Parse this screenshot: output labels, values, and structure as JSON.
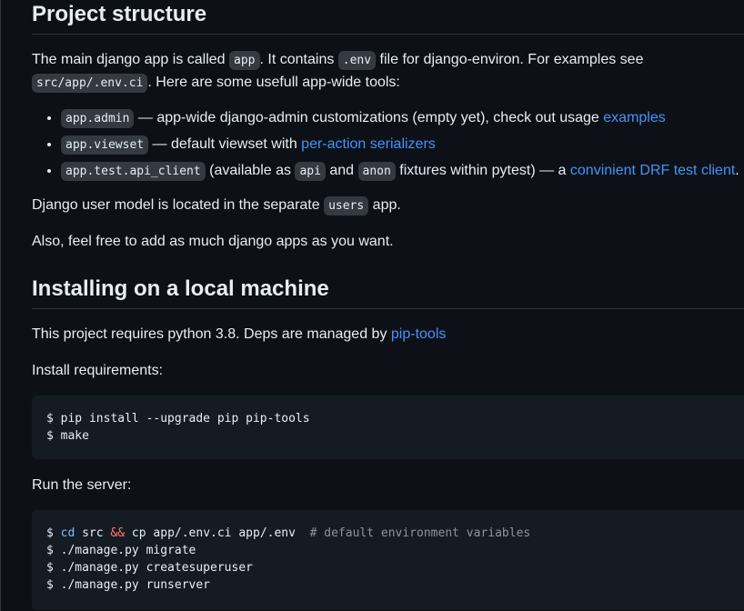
{
  "section1": {
    "heading": "Project structure",
    "intro_p1": "The main django app is called ",
    "intro_code_app": "app",
    "intro_p2": ". It contains ",
    "intro_code_env": ".env",
    "intro_p3": " file for django-environ. For examples see ",
    "intro_code_env_ci": "src/app/.env.ci",
    "intro_p4": ". Here are some usefull app-wide tools:",
    "list": [
      {
        "code": "app.admin",
        "text": " — app-wide django-admin customizations (empty yet), check out usage ",
        "link": "examples",
        "after": ""
      },
      {
        "code": "app.viewset",
        "text": " — default viewset with ",
        "link": "per-action serializers",
        "after": ""
      },
      {
        "code": "app.test.api_client",
        "text_a": " (available as ",
        "code2": "api",
        "text_b": " and ",
        "code3": "anon",
        "text_c": " fixtures within pytest) — a ",
        "link": "convinient DRF test client",
        "after": "."
      }
    ],
    "user_p1": "Django user model is located in the separate ",
    "user_code": "users",
    "user_p2": " app.",
    "also": "Also, feel free to add as much django apps as you want."
  },
  "section2": {
    "heading": "Installing on a local machine",
    "req_text": "This project requires python 3.8. Deps are managed by ",
    "req_link": "pip-tools",
    "install_label": "Install requirements:",
    "install_lines": [
      "$ pip install --upgrade pip pip-tools",
      "$ make"
    ],
    "run_label": "Run the server:",
    "run_line1": {
      "prompt": "$ ",
      "cd": "cd",
      "src": " src ",
      "and": "&&",
      "cp": " cp app/.env.ci app/.env  ",
      "comment": "# default environment variables"
    },
    "run_lines": [
      "$ ./manage.py migrate",
      "$ ./manage.py createsuperuser",
      "$ ./manage.py runserver"
    ]
  },
  "colors": {
    "background": "#0d1117",
    "text": "#e6edf3",
    "link": "#4493f8",
    "code_bg": "#343942",
    "pre_bg": "#151b23"
  }
}
